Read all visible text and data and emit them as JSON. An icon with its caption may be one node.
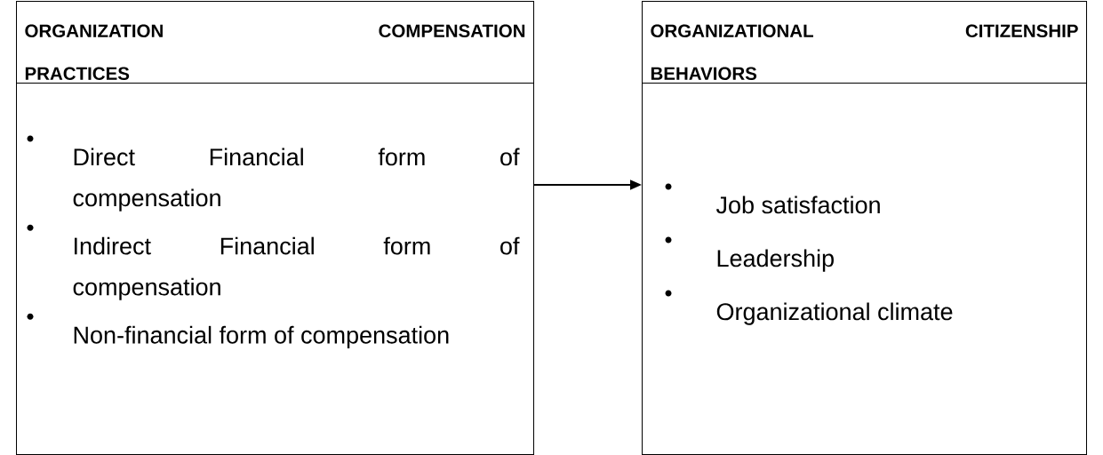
{
  "diagram": {
    "nodes": [
      {
        "text": [
          "ORGANIZATION COMPENSATION PRACTICES"
        ]
      },
      {
        "text": [
          "Direct Financial form of compensation",
          "Indirect Financial form of compensation",
          "Non-financial form of compensation"
        ]
      },
      {
        "text": [
          "ORGANIZATIONAL CITIZENSHIP BEHAVIORS"
        ]
      },
      {
        "text": [
          "Job satisfaction",
          "Leadership",
          "Organizational climate"
        ]
      }
    ],
    "edges": [
      {
        "from": 1,
        "to": 3,
        "arrow": "to"
      }
    ]
  }
}
